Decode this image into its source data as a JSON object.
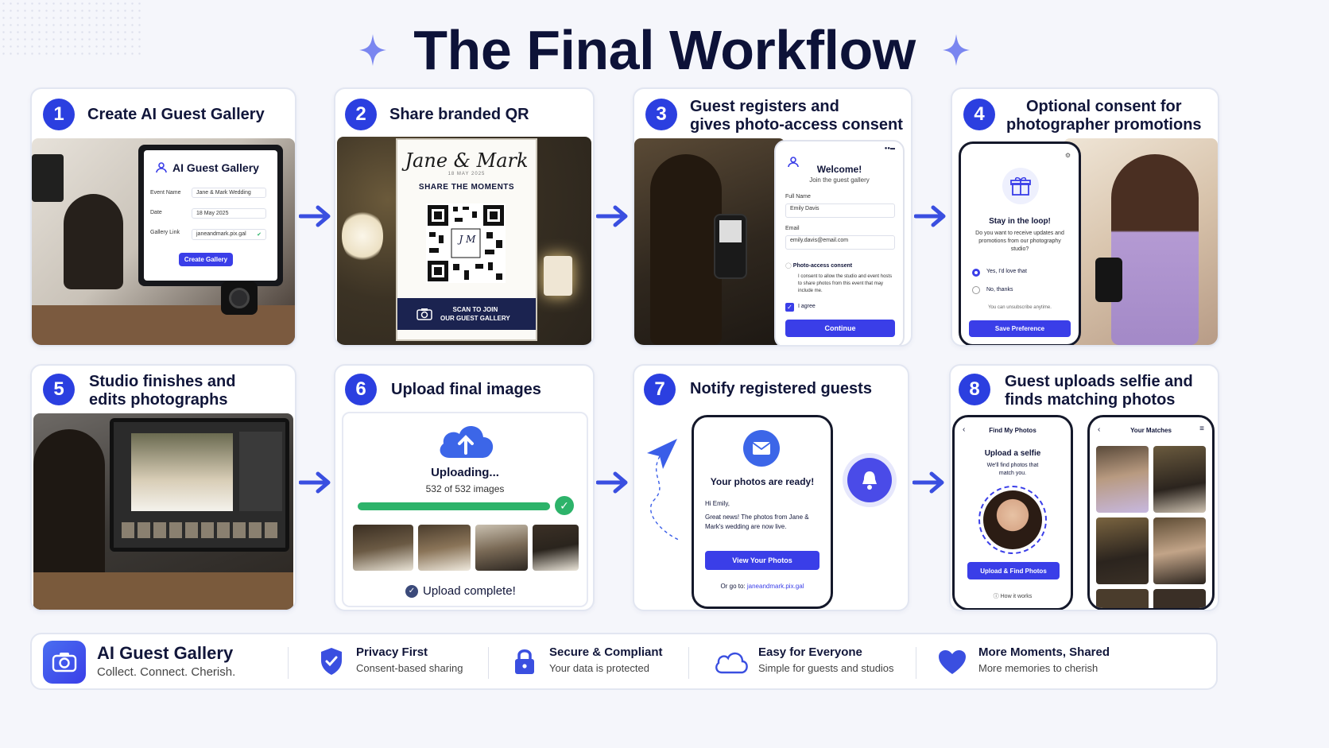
{
  "title": "The Final Workflow",
  "steps": [
    {
      "n": "1",
      "title": "Create AI Guest Gallery"
    },
    {
      "n": "2",
      "title": "Share branded QR"
    },
    {
      "n": "3",
      "title_line1": "Guest registers and",
      "title_line2": "gives photo-access consent"
    },
    {
      "n": "4",
      "title_line1": "Optional consent for",
      "title_line2": "photographer promotions"
    },
    {
      "n": "5",
      "title_line1": "Studio finishes and",
      "title_line2": "edits photographs"
    },
    {
      "n": "6",
      "title": "Upload final images"
    },
    {
      "n": "7",
      "title": "Notify registered guests"
    },
    {
      "n": "8",
      "title_line1": "Guest uploads selfie and",
      "title_line2": "finds matching photos"
    }
  ],
  "gallery_form": {
    "heading": "AI Guest Gallery",
    "event_label": "Event Name",
    "event_value": "Jane & Mark Wedding",
    "date_label": "Date",
    "date_value": "18 May 2025",
    "link_label": "Gallery Link",
    "link_value": "janeandmark.pix.gal",
    "button": "Create Gallery"
  },
  "qr_sign": {
    "names": "Jane & Mark",
    "date": "18 MAY 2025",
    "tagline": "SHARE THE MOMENTS",
    "monogram": "J M",
    "scan_line1": "SCAN TO JOIN",
    "scan_line2": "OUR GUEST GALLERY"
  },
  "welcome": {
    "heading": "Welcome!",
    "subtitle": "Join the guest gallery",
    "name_label": "Full Name",
    "name_value": "Emily Davis",
    "email_label": "Email",
    "email_value": "emily.davis@email.com",
    "consent_heading": "Photo-access consent",
    "consent_text": "I consent to allow the studio and event hosts to share photos from this event that may include me.",
    "agree": "I agree",
    "button": "Continue"
  },
  "promo": {
    "heading": "Stay in the loop!",
    "question": "Do you want to receive updates and promotions from our photography studio?",
    "yes": "Yes, I'd love that",
    "no": "No, thanks",
    "note": "You can unsubscribe anytime.",
    "button": "Save Preference"
  },
  "upload": {
    "status": "Uploading...",
    "count": "532 of 532 images",
    "progress": 1.0,
    "complete": "Upload complete!"
  },
  "notify": {
    "heading": "Your photos are ready!",
    "greeting": "Hi Emily,",
    "body": "Great news! The photos from Jane & Mark's wedding are now live.",
    "button": "View Your Photos",
    "goto_label": "Or go to:",
    "goto_link": "janeandmark.pix.gal"
  },
  "selfie": {
    "screen1_title": "Find My Photos",
    "heading": "Upload a selfie",
    "sub": "We'll find photos that match you.",
    "button": "Upload & Find Photos",
    "how": "How it works",
    "screen2_title": "Your Matches"
  },
  "footer": {
    "brand": "AI Guest Gallery",
    "tagline": "Collect. Connect. Cherish.",
    "items": [
      {
        "title": "Privacy First",
        "sub": "Consent-based sharing"
      },
      {
        "title": "Secure & Compliant",
        "sub": "Your data is protected"
      },
      {
        "title": "Easy for Everyone",
        "sub": "Simple for guests and studios"
      },
      {
        "title": "More Moments, Shared",
        "sub": "More memories to cherish"
      }
    ]
  },
  "colors": {
    "accent": "#3a3ee8",
    "navy": "#0d1238",
    "green": "#2db36a"
  }
}
